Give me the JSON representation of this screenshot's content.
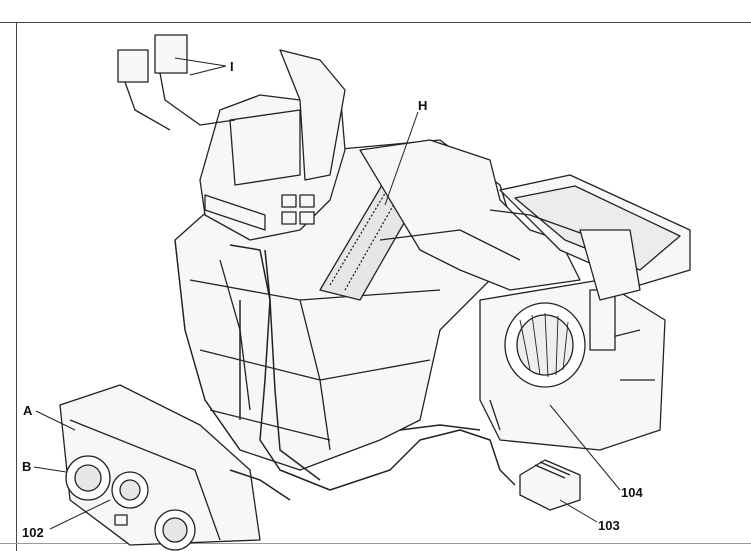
{
  "labels": {
    "A": "A",
    "B": "B",
    "H": "H",
    "I": "I",
    "c102": "102",
    "c103": "103",
    "c104": "104"
  },
  "colors": {
    "line": "#222222",
    "fill": "#f7f7f7",
    "shade": "#d9d9d9"
  }
}
